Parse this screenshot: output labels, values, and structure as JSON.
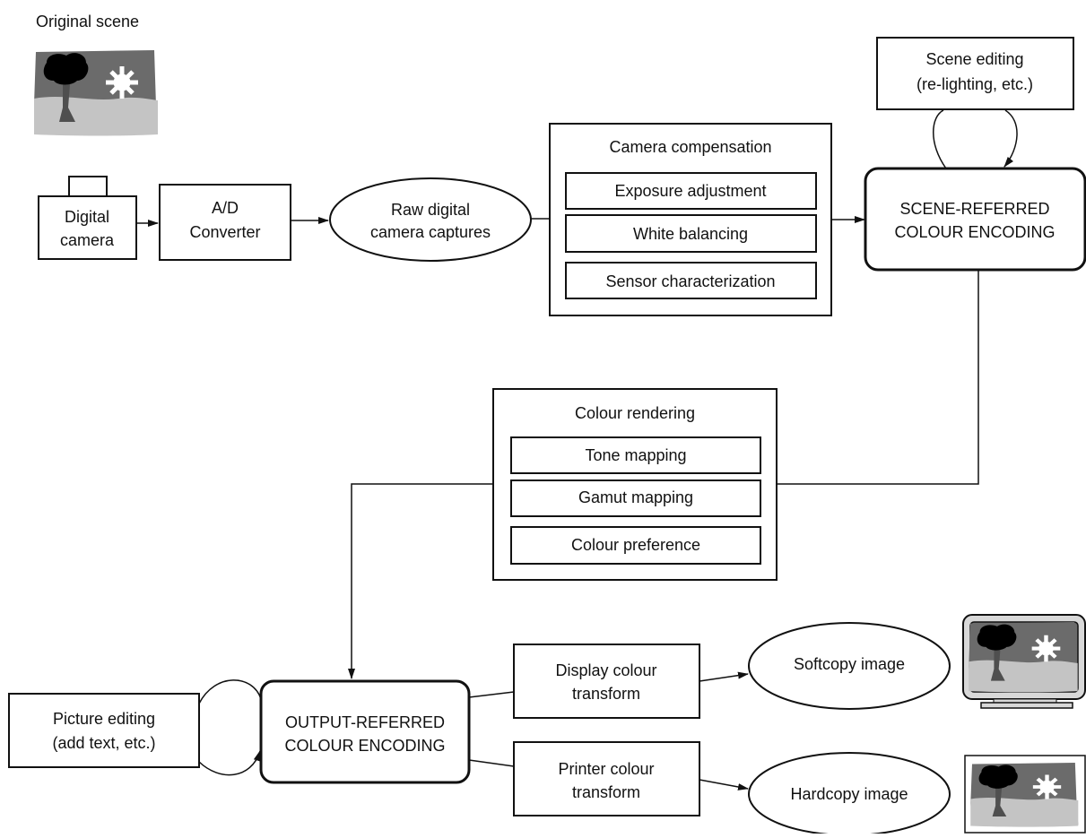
{
  "original_scene": {
    "label": "Original scene"
  },
  "digital_camera": {
    "lines": [
      "Digital",
      "camera"
    ]
  },
  "ad_converter": {
    "lines": [
      "A/D",
      "Converter"
    ]
  },
  "raw_captures": {
    "lines": [
      "Raw digital",
      "camera captures"
    ]
  },
  "camera_compensation": {
    "title": "Camera compensation",
    "steps": [
      "Exposure adjustment",
      "White balancing",
      "Sensor characterization"
    ]
  },
  "scene_editing": {
    "lines": [
      "Scene editing",
      "(re-lighting, etc.)"
    ]
  },
  "scene_referred": {
    "lines": [
      "SCENE-REFERRED",
      "COLOUR ENCODING"
    ]
  },
  "colour_rendering": {
    "title": "Colour rendering",
    "steps": [
      "Tone mapping",
      "Gamut mapping",
      "Colour preference"
    ]
  },
  "picture_editing": {
    "lines": [
      "Picture editing",
      "(add text, etc.)"
    ]
  },
  "output_referred": {
    "lines": [
      "OUTPUT-REFERRED",
      "COLOUR ENCODING"
    ]
  },
  "display_transform": {
    "lines": [
      "Display colour",
      "transform"
    ]
  },
  "printer_transform": {
    "lines": [
      "Printer colour",
      "transform"
    ]
  },
  "softcopy_image": {
    "label": "Softcopy image"
  },
  "hardcopy_image": {
    "label": "Hardcopy image"
  },
  "colors": {
    "stroke": "#111111",
    "scene_dark": "#6b6b6b",
    "scene_ground": "#c4c4c4",
    "scene_tree": "#000000",
    "monitor_frame": "#d8d8d8"
  }
}
